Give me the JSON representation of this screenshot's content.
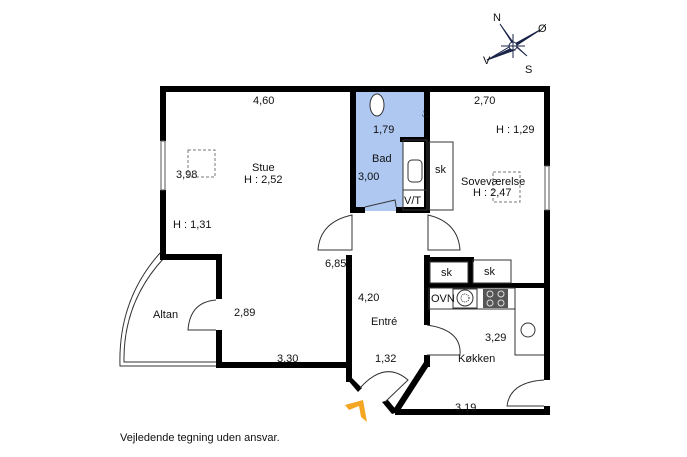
{
  "rooms": {
    "stue": {
      "name": "Stue",
      "height": "H : 2,52",
      "width": "4,60",
      "depth": "3,98",
      "ceiling_low": "H : 1,31",
      "dim_a": "2,89",
      "dim_b": "3,30",
      "dim_c": "6,85"
    },
    "bad": {
      "name": "Bad",
      "width": "1,79",
      "depth": "3,00",
      "vt": "V/T"
    },
    "sovevaerelse": {
      "name": "Soveværelse",
      "height": "H : 2,47",
      "width": "2,70",
      "ceiling_low": "H : 1,29",
      "closet": "sk"
    },
    "altan": {
      "name": "Altan"
    },
    "entre": {
      "name": "Entré",
      "depth": "4,20",
      "width": "1,32"
    },
    "kokken": {
      "name": "Køkken",
      "depth": "3,29",
      "width": "3,19",
      "oven": "OVN"
    },
    "closets": [
      "sk",
      "sk"
    ]
  },
  "compass": {
    "n": "N",
    "e": "Ø",
    "s": "S",
    "w": "V"
  },
  "disclaimer": "Vejledende tegning uden ansvar.",
  "colors": {
    "bathroom": "#aec8f2",
    "entrance_arrow": "#f5a623",
    "walls": "#000000"
  }
}
